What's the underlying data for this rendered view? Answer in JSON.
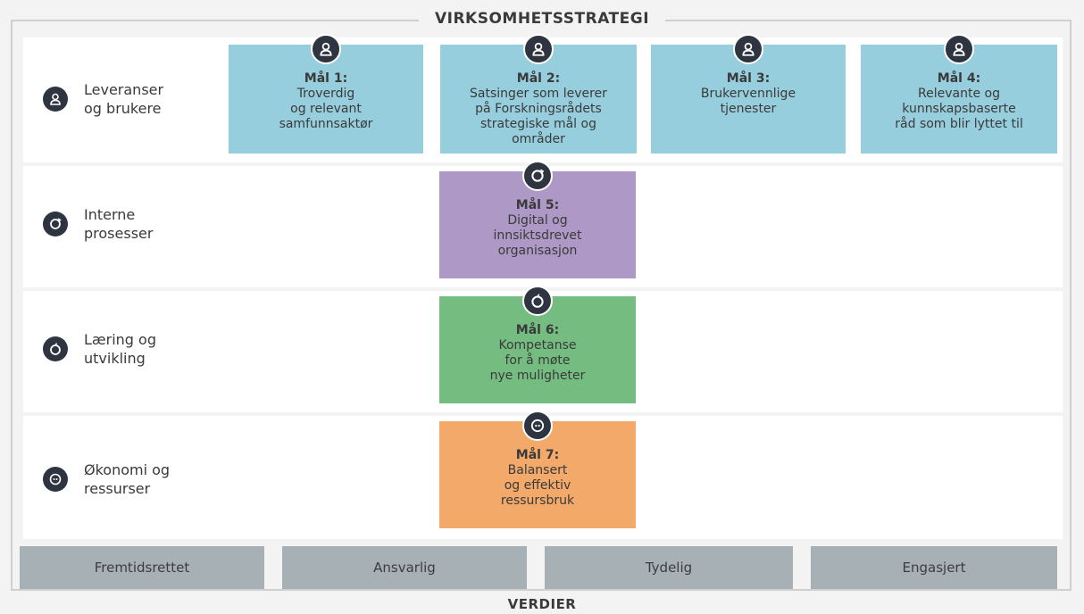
{
  "header": {
    "title": "VIRKSOMHETSSTRATEGI"
  },
  "footer": {
    "title": "VERDIER"
  },
  "rows": [
    {
      "label": "Leveranser\nog brukere",
      "icon": "user-icon"
    },
    {
      "label": "Interne\nprosesser",
      "icon": "cycle-icon"
    },
    {
      "label": "Læring og\nutvikling",
      "icon": "apple-icon"
    },
    {
      "label": "Økonomi og\nressurser",
      "icon": "coin-icon"
    }
  ],
  "goals": [
    {
      "title": "Mål 1:",
      "text": "Troverdig\nog relevant\nsamfunnsaktør",
      "icon": "user-icon",
      "color": "#96cedd"
    },
    {
      "title": "Mål 2:",
      "text": "Satsinger som leverer\npå Forskningsrådets\nstrategiske mål og\nområder",
      "icon": "user-icon",
      "color": "#96cedd"
    },
    {
      "title": "Mål 3:",
      "text": "Brukervennlige\ntjenester",
      "icon": "user-icon",
      "color": "#96cedd"
    },
    {
      "title": "Mål 4:",
      "text": "Relevante og\nkunnskapsbaserte\nråd som blir lyttet til",
      "icon": "user-icon",
      "color": "#96cedd"
    },
    {
      "title": "Mål 5:",
      "text": "Digital og\ninnsiktsdrevet\norganisasjon",
      "icon": "cycle-icon",
      "color": "#ad98c6"
    },
    {
      "title": "Mål 6:",
      "text": "Kompetanse\nfor å møte\nnye muligheter",
      "icon": "apple-icon",
      "color": "#75bc81"
    },
    {
      "title": "Mål 7:",
      "text": "Balansert\nog effektiv\nressursbruk",
      "icon": "coin-icon",
      "color": "#f2a969"
    }
  ],
  "values": [
    "Fremtidsrettet",
    "Ansvarlig",
    "Tydelig",
    "Engasjert"
  ]
}
